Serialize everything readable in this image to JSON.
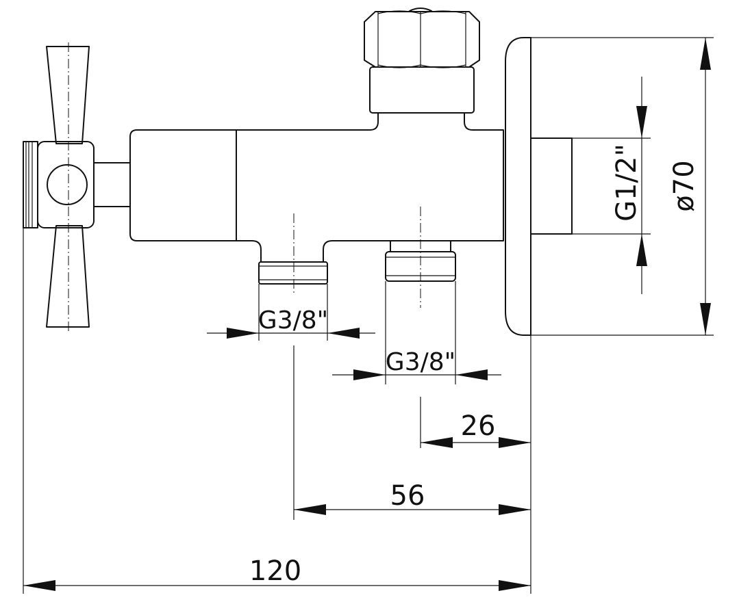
{
  "dimensions": {
    "overall_length": "120",
    "outlet_offset_far": "56",
    "outlet_offset_near": "26",
    "flange_diameter": "ø70",
    "inlet_thread": "G1/2\"",
    "outlet_thread_left": "G3/8\"",
    "outlet_thread_right": "G3/8\""
  }
}
